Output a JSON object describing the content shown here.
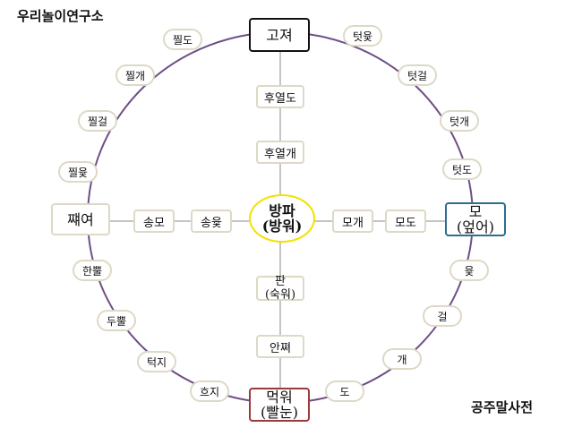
{
  "title": "우리놀이연구소",
  "source": "공주말사전",
  "colors": {
    "ring": "#6e4f86",
    "axis": "#8a8a8a",
    "node_border": "#ddd9c6",
    "top_border": "#111111",
    "right_border": "#2c6e8f",
    "bottom_border": "#9b3a3a",
    "center_border": "#f2e200"
  },
  "nodes": {
    "top": "고져",
    "left": "쨰여",
    "right_1": "모",
    "right_2": "(엎어)",
    "bottom_1": "먹워",
    "bottom_2": "(빨눈)",
    "center_1": "방파",
    "center_2": "(방워)",
    "ring_nw": [
      "찔도",
      "찔개",
      "찔걸",
      "찔윷"
    ],
    "ring_ne": [
      "텃윷",
      "텃걸",
      "텃개",
      "텃도"
    ],
    "ring_sw": [
      "한뿔",
      "두뿔",
      "턱지",
      "흐지"
    ],
    "ring_se": [
      "윷",
      "걸",
      "개",
      "도"
    ],
    "vertical_up": [
      "후열도",
      "후열개"
    ],
    "vertical_down_1": "판",
    "vertical_down_2": "(숙워)",
    "vertical_down_3": "안쪄",
    "horizontal_left": [
      "송모",
      "송윷"
    ],
    "horizontal_right": [
      "모개",
      "모도"
    ]
  }
}
